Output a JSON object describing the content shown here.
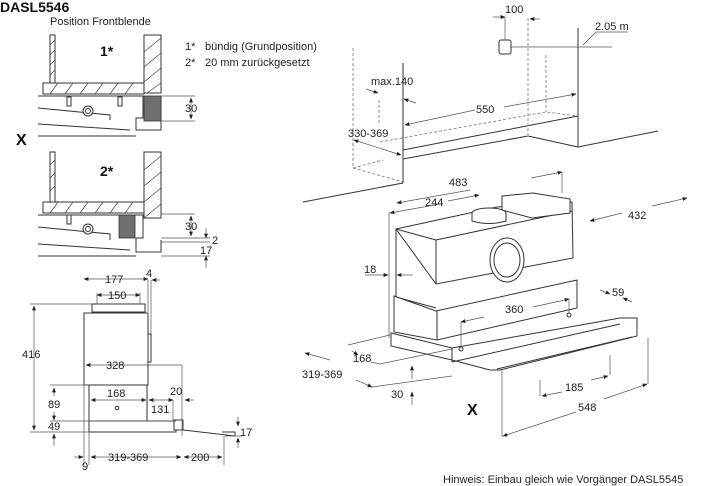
{
  "title": "DASL5546",
  "subtitle": "Position Frontblende",
  "positions": {
    "p1_marker": "1*",
    "p2_marker": "2*",
    "legend": [
      {
        "key": "1*",
        "text": "bündig (Grundposition)"
      },
      {
        "key": "2*",
        "text": "20 mm zurückgesetzt"
      }
    ]
  },
  "x_marker": "X",
  "detail1": {
    "dim_height": "30"
  },
  "detail2": {
    "dim_height": "30",
    "dim_gap": "2",
    "dim_offset": "17"
  },
  "side_view": {
    "dims": {
      "width_top": "177",
      "offset_top": "4",
      "outlet": "150",
      "height_total": "416",
      "depth": "328",
      "lower_height": "89",
      "lower_width": "168",
      "gap": "20",
      "slide_depth": "131",
      "bottom_height": "49",
      "front_height": "17",
      "cabinet_depth": "319-369",
      "front_offset": "9",
      "extension": "200"
    }
  },
  "iso_view": {
    "dims": {
      "socket_offset": "100",
      "socket_height": "2.05 m",
      "max_depth": "max.140",
      "cabinet_width": "550",
      "cabinet_depth": "330-369",
      "width_outer": "483",
      "outlet_center": "244",
      "depth_outer": "432",
      "side": "18",
      "hole_spacing": "360",
      "hole_offset": "59",
      "front_depth": "168",
      "cabinet_depth_lower": "319-369",
      "front_height": "30",
      "handle": "185",
      "front_width": "548"
    }
  },
  "note": "Hinweis: Einbau gleich wie Vorgänger DASL5545"
}
